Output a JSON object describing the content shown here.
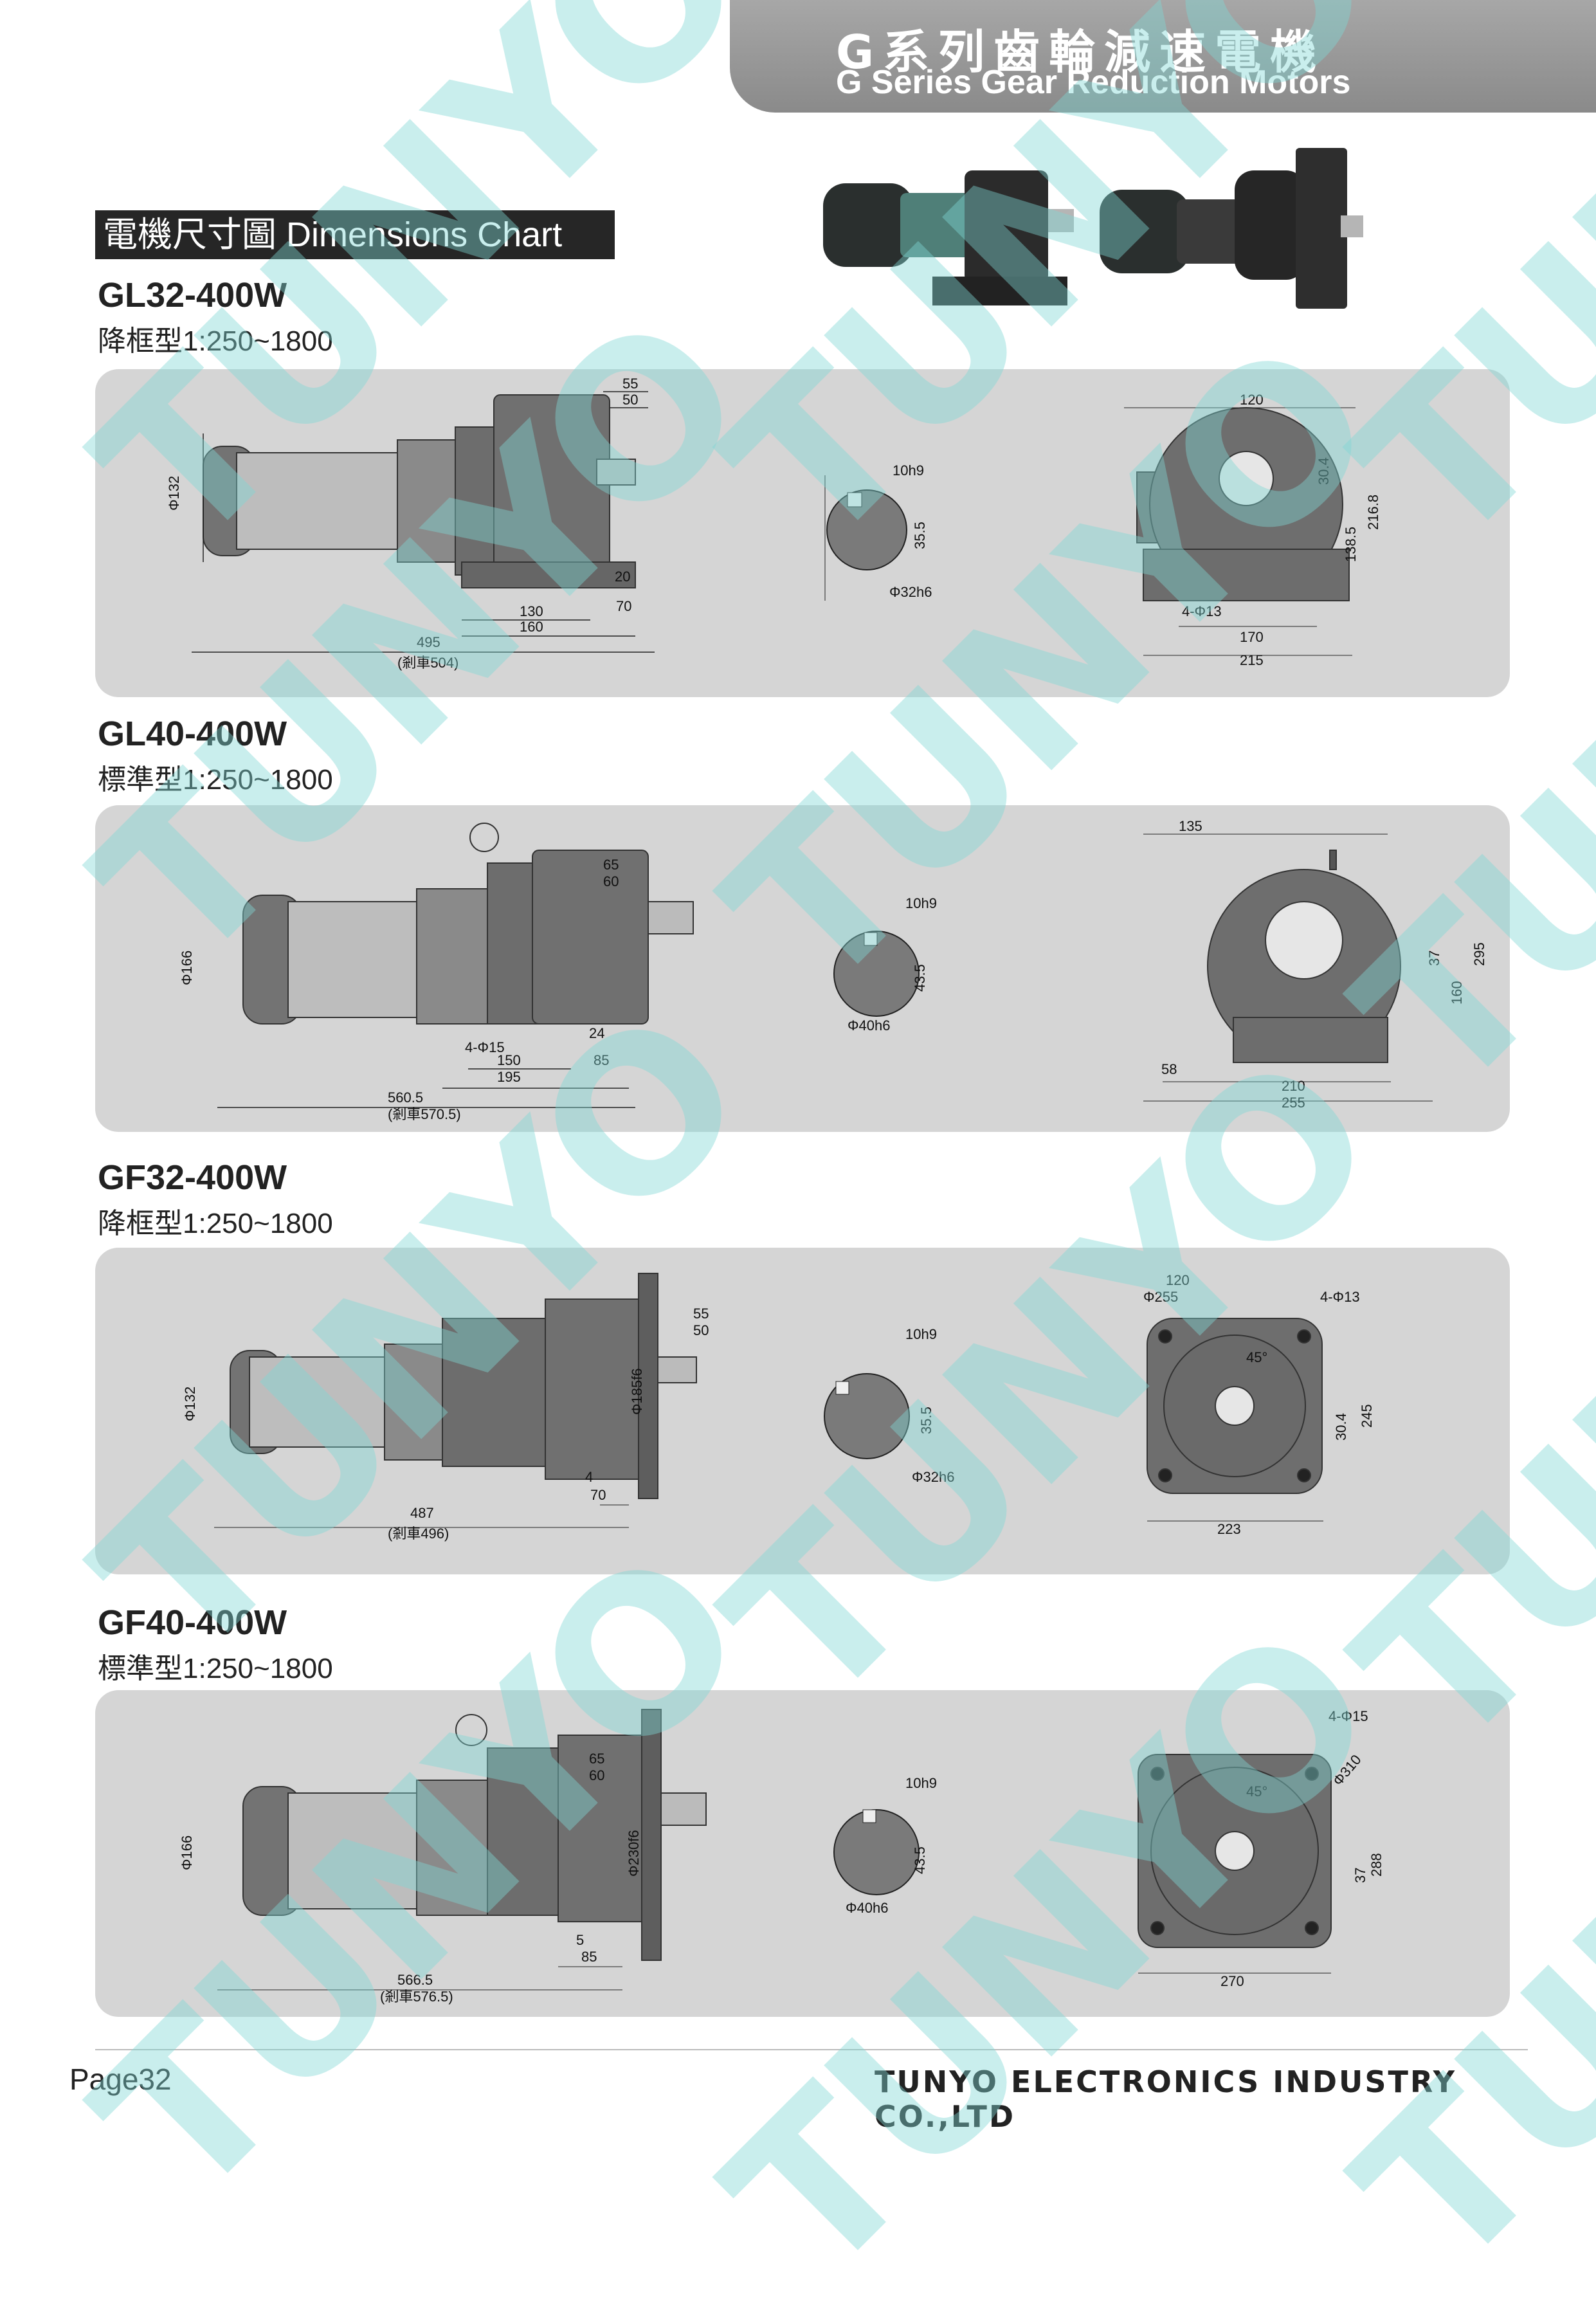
{
  "header": {
    "title_cn": "G系列齒輪減速電機",
    "title_en": "G Series Gear Reduction Motors"
  },
  "section_title": "電機尺寸圖 Dimensions Chart",
  "watermark": "TUNYO",
  "colors": {
    "panel": "#d5d5d5",
    "header": "#999999",
    "section_bar": "#262626",
    "watermark": "#7fd8d5"
  },
  "models": [
    {
      "name": "GL32-400W",
      "ratio": "降框型1:250~1800",
      "side": {
        "shaft_len": "55",
        "key_len": "50",
        "foot_h": "20",
        "foot_w1": "130",
        "foot_w2": "160",
        "foot_edge": "70",
        "length": "495",
        "brake": "(剎車504)",
        "dia": "Φ132"
      },
      "shaft": {
        "key": "10h9",
        "height": "35.5",
        "dia": "Φ32h6"
      },
      "front": {
        "top": "120",
        "a": "30.4",
        "b": "138.5",
        "c": "216.8",
        "holes": "4-Φ13",
        "w1": "170",
        "w2": "215"
      }
    },
    {
      "name": "GL40-400W",
      "ratio": "標準型1:250~1800",
      "side": {
        "shaft_len": "65",
        "key_len": "60",
        "foot_h": "24",
        "holes": "4-Φ15",
        "foot_w1": "150",
        "foot_w2": "195",
        "foot_edge": "85",
        "length": "560.5",
        "brake": "(剎車570.5)",
        "dia": "Φ166"
      },
      "shaft": {
        "key": "10h9",
        "height": "43.5",
        "dia": "Φ40h6"
      },
      "front": {
        "top": "135",
        "a": "37",
        "b": "160",
        "c": "295",
        "small": "58",
        "w1": "210",
        "w2": "255"
      }
    },
    {
      "name": "GF32-400W",
      "ratio": "降框型1:250~1800",
      "side": {
        "shaft_len": "55",
        "key_len": "50",
        "flange_dia": "Φ185f6",
        "flange_t": "4",
        "foot_edge": "70",
        "length": "487",
        "brake": "(剎車496)",
        "dia": "Φ132"
      },
      "shaft": {
        "key": "10h9",
        "height": "35.5",
        "dia": "Φ32h6"
      },
      "front": {
        "top": "120",
        "pcd": "Φ255",
        "holes": "4-Φ13",
        "angle": "45°",
        "a": "30.4",
        "c": "245",
        "w": "223"
      }
    },
    {
      "name": "GF40-400W",
      "ratio": "標準型1:250~1800",
      "side": {
        "shaft_len": "65",
        "key_len": "60",
        "flange_dia": "Φ230f6",
        "flange_t": "5",
        "foot_edge": "85",
        "length": "566.5",
        "brake": "(剎車576.5)",
        "dia": "Φ166"
      },
      "shaft": {
        "key": "10h9",
        "height": "43.5",
        "dia": "Φ40h6"
      },
      "front": {
        "holes": "4-Φ15",
        "pcd": "Φ310",
        "angle": "45°",
        "a": "37",
        "c": "288",
        "w": "270"
      }
    }
  ],
  "footer": {
    "page": "Page32",
    "company": "TUNYO ELECTRONICS INDUSTRY CO.,LTD"
  }
}
